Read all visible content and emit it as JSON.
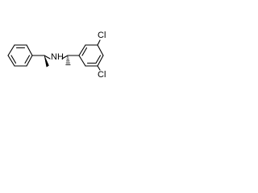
{
  "molecule": {
    "atoms": {
      "nh": "NH",
      "cl_top": "Cl",
      "cl_bottom": "Cl"
    }
  }
}
